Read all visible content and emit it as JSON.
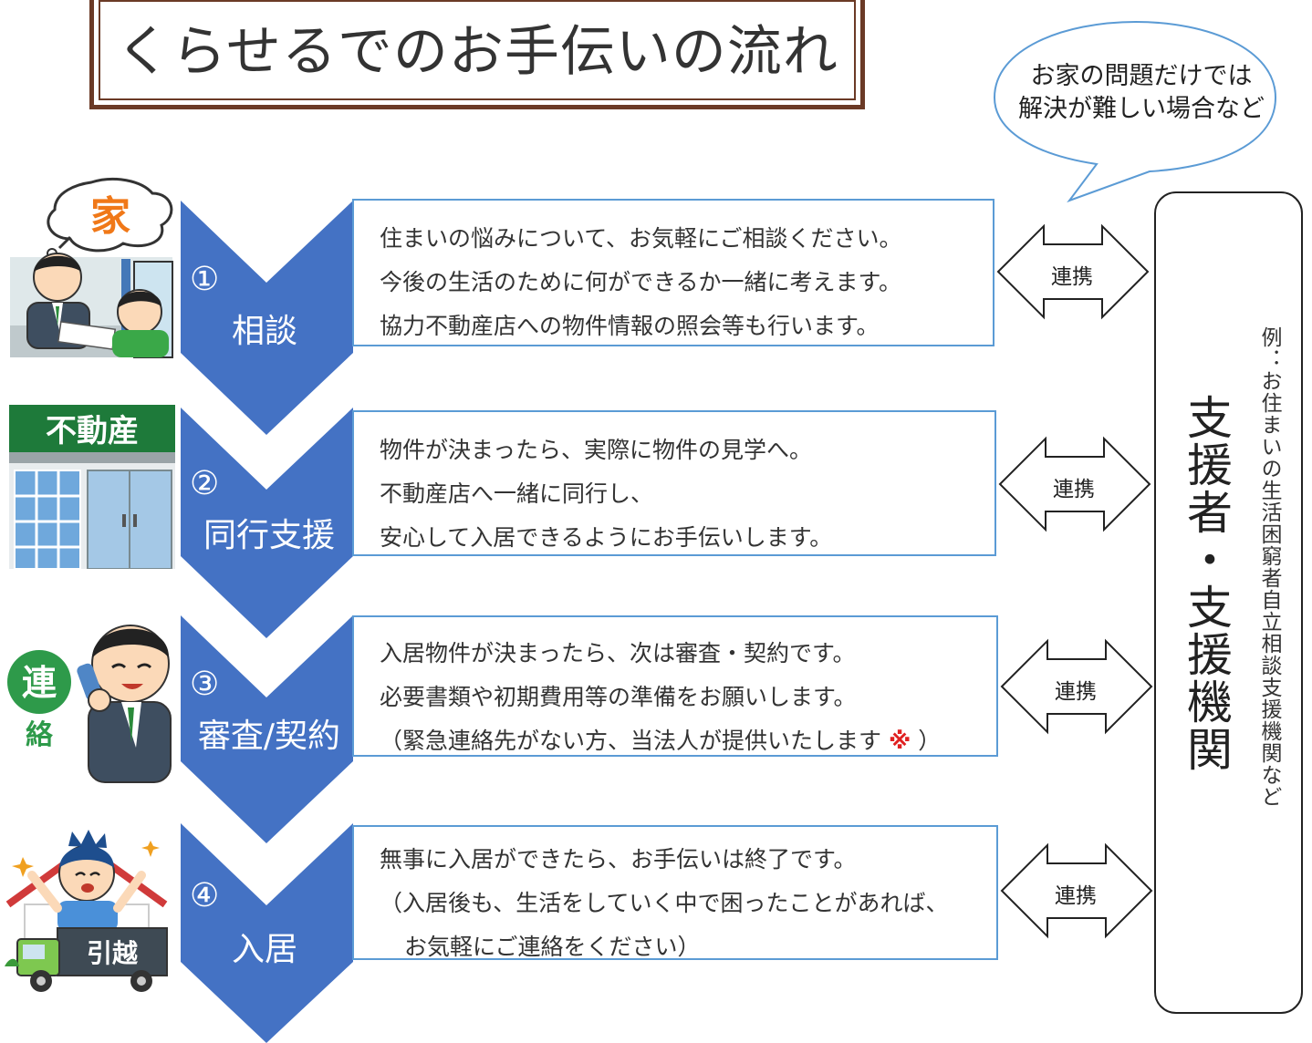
{
  "title": "くらせるでのお手伝いの流れ",
  "bubble": {
    "line1": "お家の問題だけでは",
    "line2": "解決が難しい場合など"
  },
  "steps": [
    {
      "number": "①",
      "label": "相談",
      "lines": [
        "住まいの悩みについて、お気軽にご相談ください。",
        "今後の生活のために何ができるか一緒に考えます。",
        "協力不動産店への物件情報の照会等も行います。"
      ],
      "link": "連携"
    },
    {
      "number": "②",
      "label": "同行支援",
      "lines": [
        "物件が決まったら、実際に物件の見学へ。",
        "不動産店へ一緒に同行し、",
        "安心して入居できるようにお手伝いします。"
      ],
      "link": "連携"
    },
    {
      "number": "③",
      "label": "審査/契約",
      "lines": [
        "入居物件が決まったら、次は審査・契約です。",
        "必要書類や初期費用等の準備をお願いします。",
        "（緊急連絡先がない方、当法人が提供いたします"
      ],
      "note_mark": "※",
      "note_close": "）",
      "link": "連携"
    },
    {
      "number": "④",
      "label": "入居",
      "lines": [
        "無事に入居ができたら、お手伝いは終了です。",
        "（入居後も、生活をしていく中で困ったことがあれば、",
        "お気軽にご連絡をください）"
      ],
      "link": "連携"
    }
  ],
  "organization": {
    "main": "支援者・支援機関",
    "example": "例：お住まいの生活困窮者自立相談支援機関など"
  },
  "illustrations": {
    "step1_bubble_text": "家",
    "step2_sign_text": "不動産",
    "step3_badge_text1": "連",
    "step3_badge_text2": "絡",
    "step4_truck_text": "引越"
  },
  "colors": {
    "chevron": "#4472c4",
    "box_border": "#5b9bd5",
    "title_frame": "#6b3a26",
    "bubble_border": "#5b9bd5",
    "note_mark": "#e02020"
  }
}
